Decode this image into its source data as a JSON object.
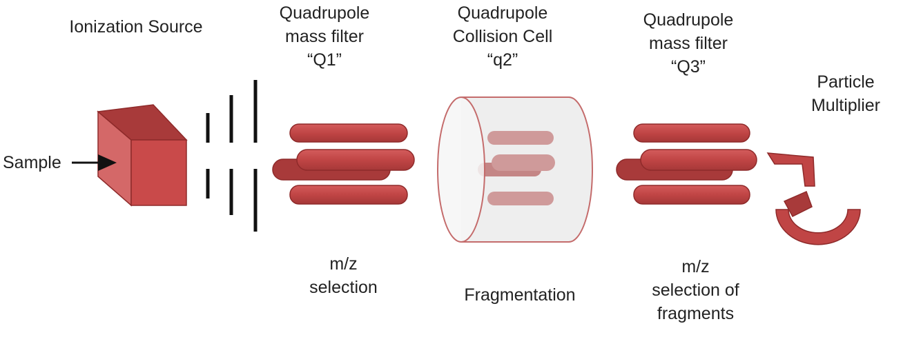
{
  "colors": {
    "rod_fill": "#c04545",
    "rod_dark": "#9c3232",
    "rod_stroke": "#8e2a2a",
    "cube_front": "#c94a4a",
    "cube_top": "#a83a3a",
    "cube_side": "#d87272",
    "cell_fill": "#eeeeee",
    "cell_stroke": "#c46b6b",
    "inner_rod": "#cf9a9a",
    "lens": "#111111",
    "text": "#222222"
  },
  "labels": {
    "ionization_source": "Ionization Source",
    "q1": {
      "line1": "Quadrupole",
      "line2": "mass filter",
      "line3": "“Q1”"
    },
    "q2": {
      "line1": "Quadrupole",
      "line2": "Collision Cell",
      "line3": "“q2”"
    },
    "q3": {
      "line1": "Quadrupole",
      "line2": "mass filter",
      "line3": "“Q3”"
    },
    "particle_multiplier": {
      "line1": "Particle",
      "line2": "Multiplier"
    },
    "sample": "Sample",
    "mz_selection": {
      "line1": "m/z",
      "line2": "selection"
    },
    "fragmentation": "Fragmentation",
    "mz_selection_fragments": {
      "line1": "m/z",
      "line2": "selection of",
      "line3": "fragments"
    }
  }
}
